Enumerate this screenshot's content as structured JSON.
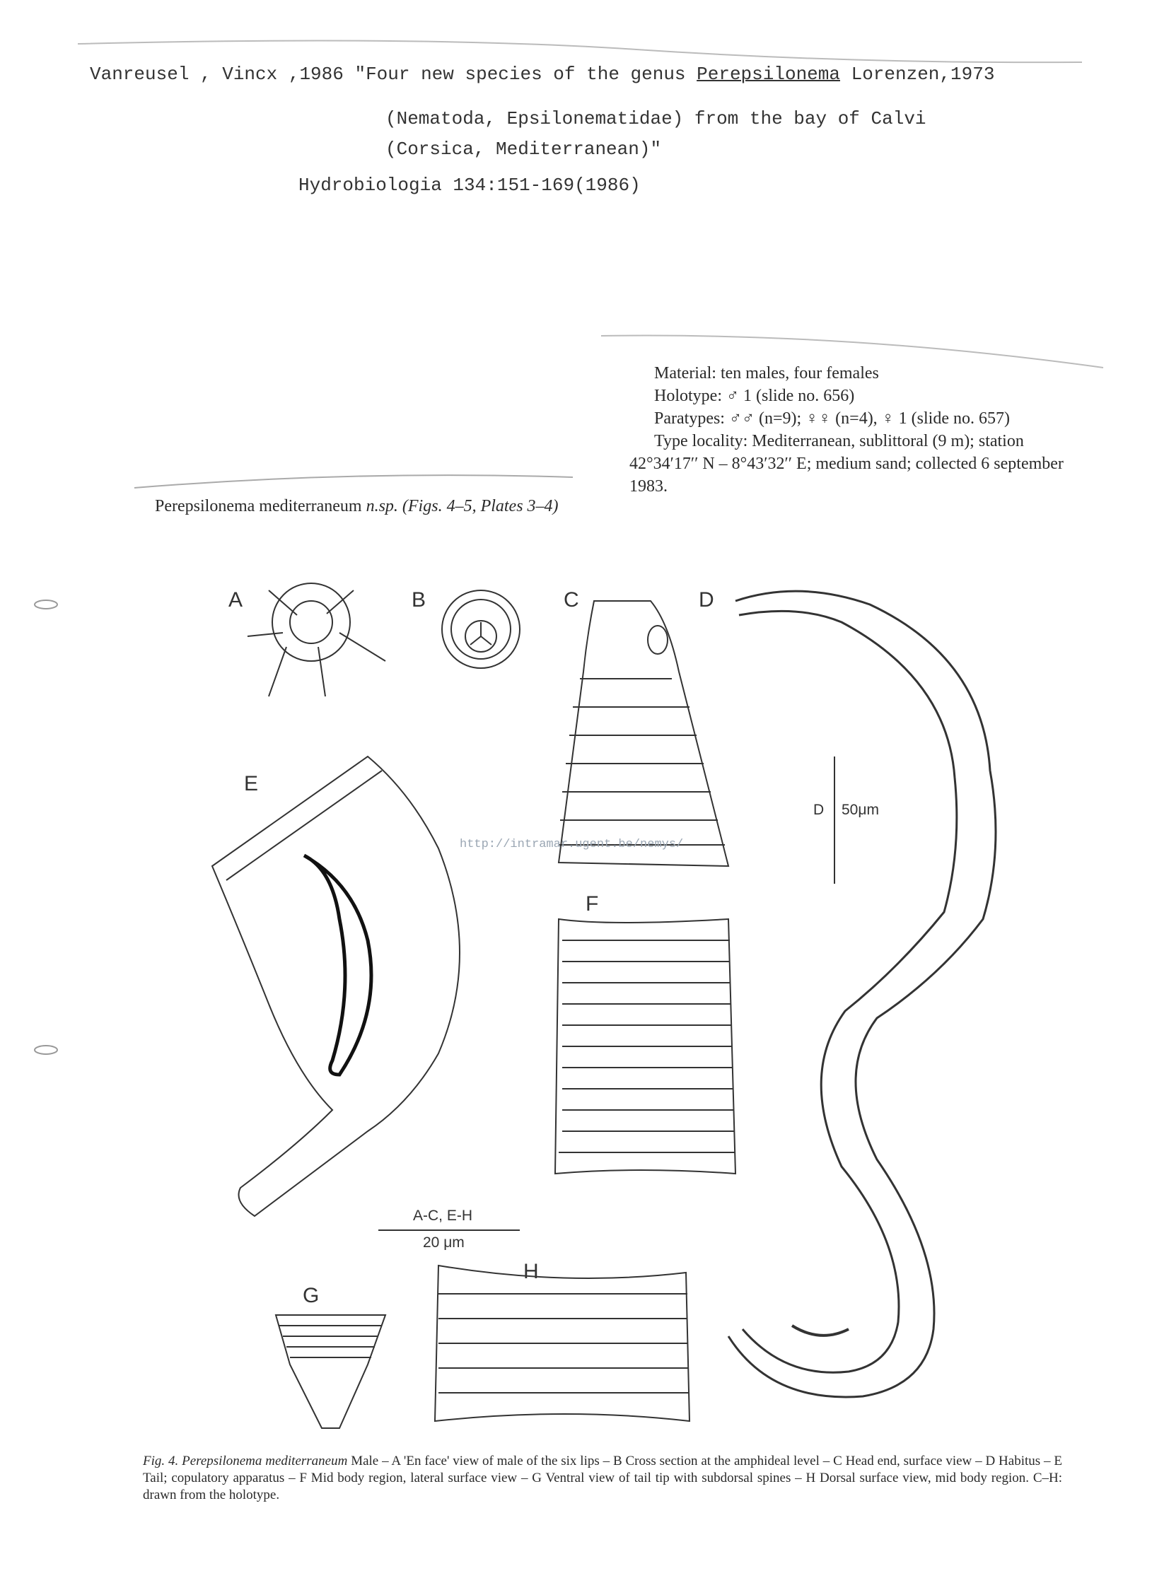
{
  "header": {
    "line1_prefix": "Vanreusel , Vincx ,1986 \"Four new species of the genus ",
    "genus": "Perepsilonema",
    "line1_suffix": " Lorenzen,1973",
    "line2": "(Nematoda, Epsilonematidae) from the bay of Calvi",
    "line3": "(Corsica, Mediterranean)\"",
    "line4": "Hydrobiologia 134:151-169(1986)"
  },
  "species_heading": {
    "name": "Perepsilonema mediterraneum ",
    "italic": "n.sp. (Figs. 4–5, Plates 3–4)"
  },
  "material": {
    "material": "Material: ten males, four females",
    "holotype": "Holotype: ♂ 1 (slide no. 656)",
    "paratypes": "Paratypes: ♂♂ (n=9); ♀♀ (n=4), ♀ 1 (slide no. 657)",
    "locality": "Type locality: Mediterranean, sublittoral (9 m); station 42°34′17′′ N – 8°43′32′′ E; medium sand; collected 6 september 1983."
  },
  "figure": {
    "labels": {
      "A": "A",
      "B": "B",
      "C": "C",
      "D": "D",
      "E": "E",
      "F": "F",
      "G": "G",
      "H": "H"
    },
    "scale_bar_small_label": "A-C, E-H",
    "scale_bar_small_value": "20 μm",
    "scale_bar_large_label": "D",
    "scale_bar_large_value": "50μm",
    "watermark": "http://intramar.ugent.be/nemys/"
  },
  "caption": {
    "fig": "Fig. 4. Perepsilonema mediterraneum",
    "text": " Male – A 'En face' view of male of the six lips – B Cross section at the amphideal level – C Head end, surface view – D Habitus – E Tail; copulatory apparatus – F Mid body region, lateral surface view – G Ventral view of tail tip with subdorsal spines – H Dorsal surface view, mid body region. C–H: drawn from the holotype."
  }
}
